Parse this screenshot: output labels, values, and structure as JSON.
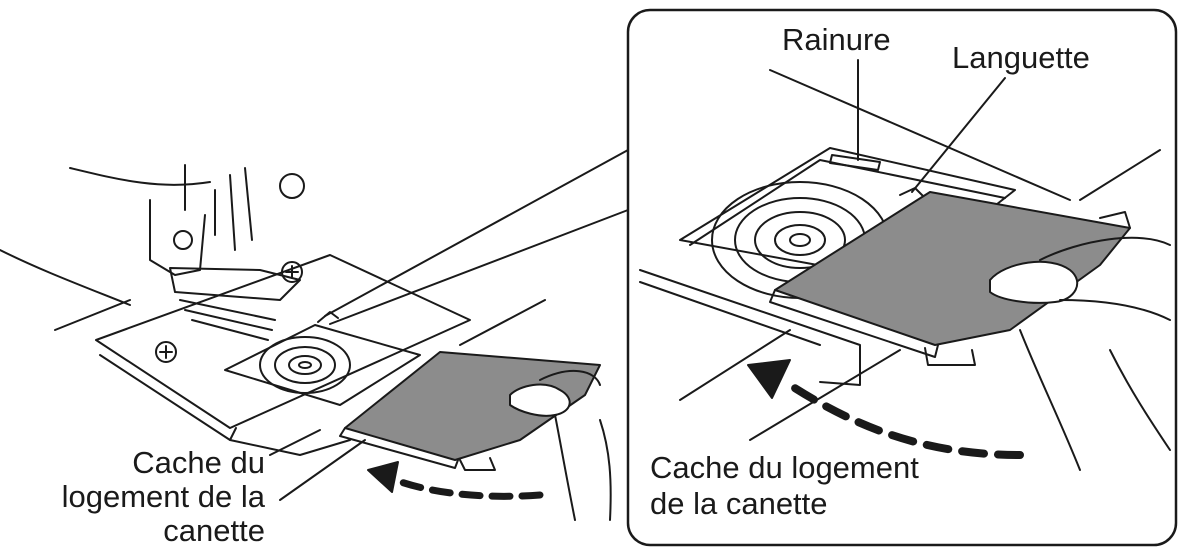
{
  "labels": {
    "rainure": "Rainure",
    "languette": "Languette",
    "left_cover_line1": "Cache du",
    "left_cover_line2": "logement de la",
    "left_cover_line3": "canette",
    "right_cover_line1": "Cache du logement",
    "right_cover_line2": "de la canette"
  },
  "colors": {
    "line": "#1a1a1a",
    "cover_fill": "#8c8c8c",
    "background": "#ffffff"
  }
}
